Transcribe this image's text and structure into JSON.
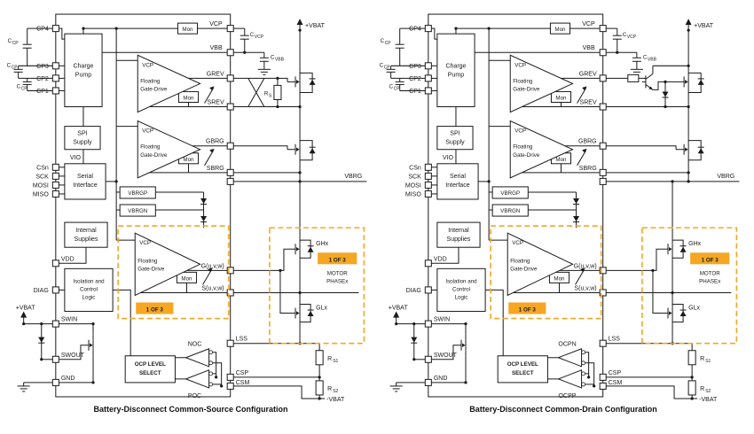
{
  "colors": {
    "accent_orange": "#F5A623",
    "line": "#1A1A1A",
    "background": "#FFFFFF"
  },
  "shared": {
    "pins": {
      "cp4": "CP4",
      "cp3": "CP3",
      "cp2": "CP2",
      "cp1": "CP1",
      "csn": "CSn",
      "sck": "SCK",
      "mosi": "MOSI",
      "miso": "MISO",
      "vdd": "VDD",
      "diag": "DIAG",
      "swin": "SWIN",
      "swout": "SWOUT",
      "gnd": "GND"
    },
    "blocks": {
      "charge_pump_l1": "Charge",
      "charge_pump_l2": "Pump",
      "spi_l1": "SPI",
      "spi_l2": "Supply",
      "serial_l1": "Serial",
      "serial_l2": "Interface",
      "internal_l1": "Internal",
      "internal_l2": "Supplies",
      "iso_l1": "Isolation and",
      "iso_l2": "Control",
      "iso_l3": "Logic",
      "ocp_l1": "OCP LEVEL",
      "ocp_l2": "SELECT",
      "vbrgp": "VBRGP",
      "vbrgn": "VBRGN",
      "mon": "Mon",
      "amp_vcp": "VCP",
      "amp_l1": "Floating",
      "amp_l2": "Gate-Drive"
    },
    "nets": {
      "vcp": "VCP",
      "vbb": "VBB",
      "grev": "GREV",
      "srev": "SREV",
      "gbrg": "GBRG",
      "sbrg": "SBRG",
      "vbrg": "VBRG",
      "vio": "VIO",
      "g_uvw": "G(u,v,w)",
      "s_uvw": "S(u,v,w)",
      "lss": "LSS",
      "csp": "CSP",
      "csm": "CSM",
      "ghx": "GHx",
      "glx": "GLx",
      "vbat_pos": "+VBAT",
      "vbat_neg": "-VBAT",
      "motor_l1": "MOTOR",
      "motor_l2": "PHASEx",
      "one_of_3": "1 OF 3",
      "c": "C",
      "sub_cp": "CP",
      "sub_vcp": "VCP",
      "sub_vbb": "VBB",
      "r": "R",
      "sub_s": "S",
      "sub_s1": "S1",
      "sub_s2": "S2"
    }
  },
  "left": {
    "caption": "Battery-Disconnect Common-Source Configuration",
    "ocp_top": "NOC",
    "ocp_bottom": "POC"
  },
  "right": {
    "caption": "Battery-Disconnect Common-Drain Configuration",
    "ocp_top": "OCPN",
    "ocp_bottom": "OCPP"
  }
}
